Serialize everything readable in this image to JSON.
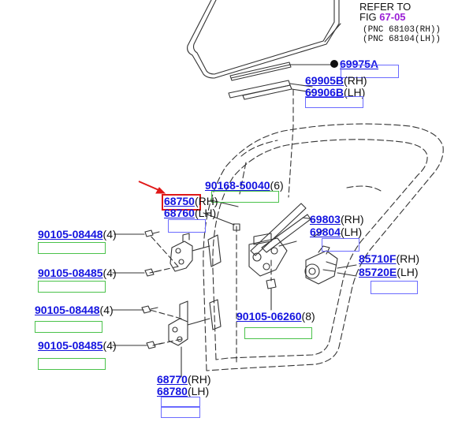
{
  "refer_note": {
    "line1": "REFER TO",
    "fig_prefix": "FIG ",
    "fig_number": "67-05",
    "pnc_rh": "(PNC 68103(RH))",
    "pnc_lh": "(PNC 68104(LH))"
  },
  "callouts": {
    "p69975A": {
      "part": "69975A",
      "bullet": "●"
    },
    "p69905B": {
      "part": "69905B",
      "side": "(RH)"
    },
    "p69906B": {
      "part": "69906B",
      "side": "(LH)"
    },
    "p90168_50040": {
      "part": "90168-50040",
      "qty": "(6)"
    },
    "p68750": {
      "part": "68750",
      "side": "(RH)"
    },
    "p68760": {
      "part": "68760",
      "side": "(LH)"
    },
    "p69803": {
      "part": "69803",
      "side": "(RH)"
    },
    "p69804": {
      "part": "69804",
      "side": "(LH)"
    },
    "p85710F": {
      "part": "85710F",
      "side": "(RH)"
    },
    "p85720E": {
      "part": "85720E",
      "side": "(LH)"
    },
    "p90105_08448_a": {
      "part": "90105-08448",
      "qty": "(4)"
    },
    "p90105_08485_a": {
      "part": "90105-08485",
      "qty": "(4)"
    },
    "p90105_08448_b": {
      "part": "90105-08448",
      "qty": "(4)"
    },
    "p90105_08485_b": {
      "part": "90105-08485",
      "qty": "(4)"
    },
    "p90105_06260": {
      "part": "90105-06260",
      "qty": "(8)"
    },
    "p68770": {
      "part": "68770",
      "side": "(RH)"
    },
    "p68780": {
      "part": "68780",
      "side": "(LH)"
    }
  },
  "colors": {
    "part_link": "#1414e0",
    "fig_link": "#9a1fd6",
    "highlight": "#e01818",
    "pointer_arrow": "#e01818",
    "box_blue": "#6b6bff",
    "box_green": "#4ac24a"
  }
}
